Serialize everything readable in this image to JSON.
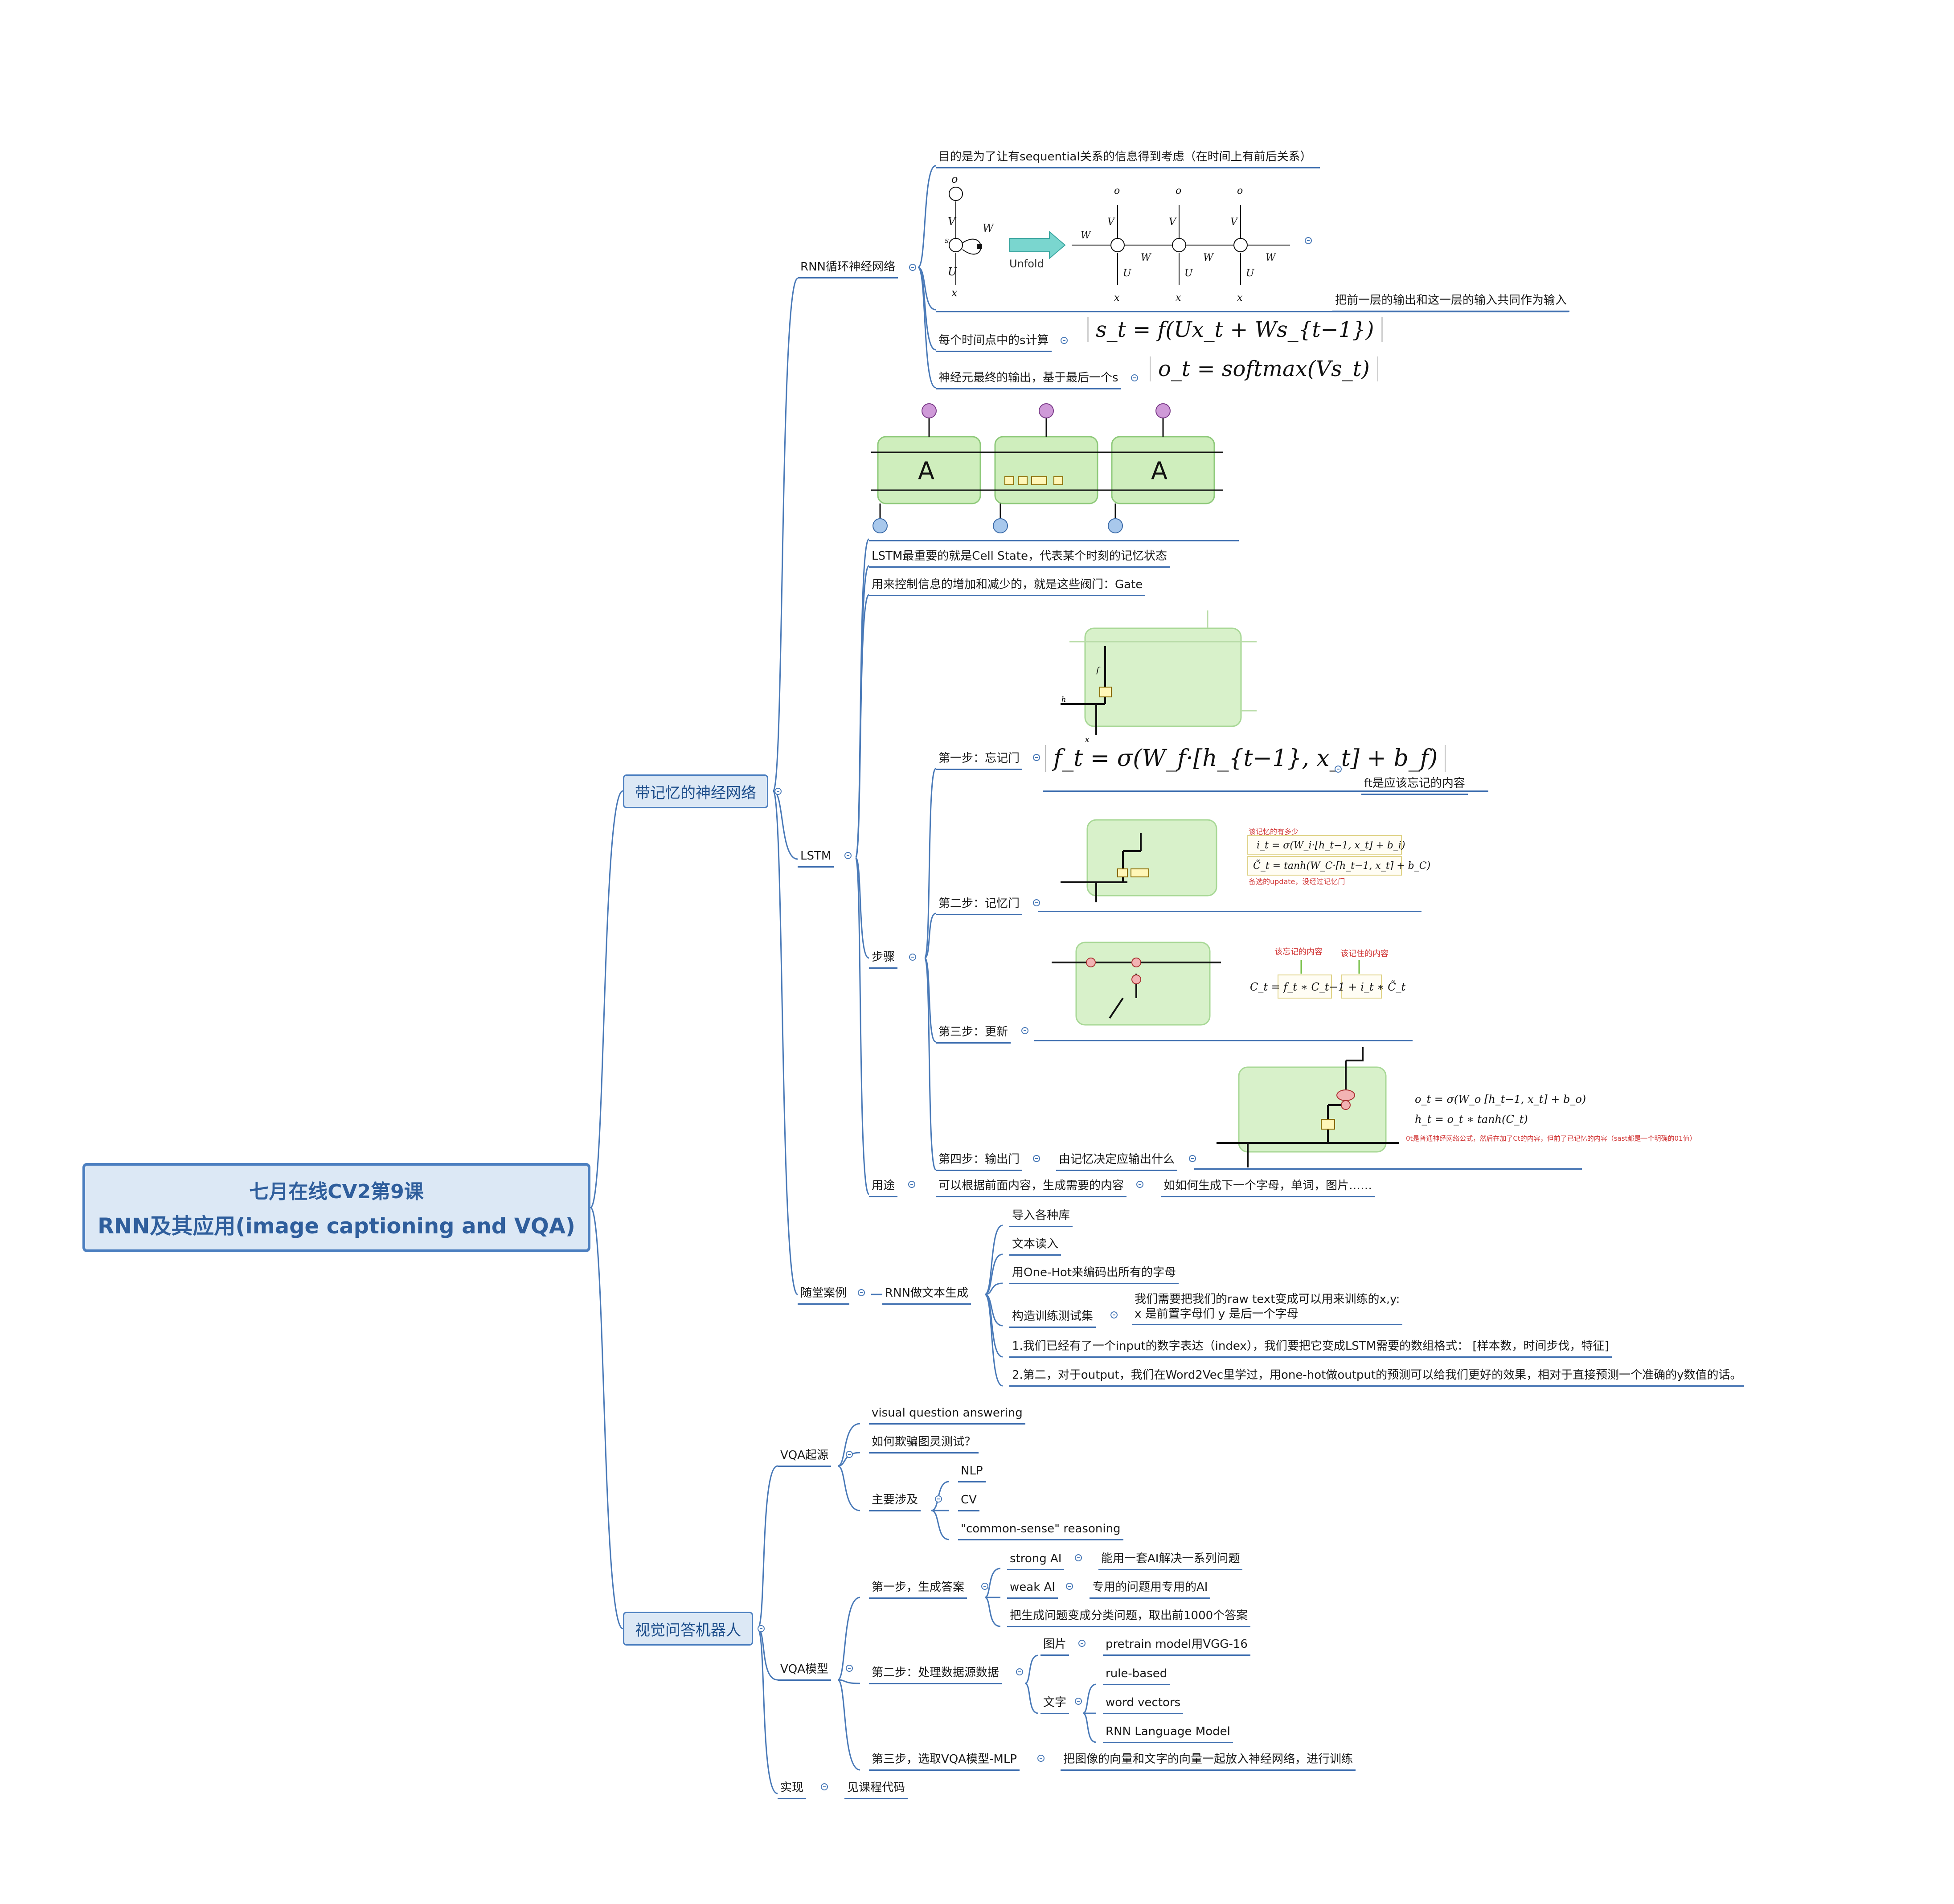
{
  "root": {
    "line1": "七月在线CV2第9课",
    "line2": "RNN及其应用(image captioning and VQA)"
  },
  "branch_memory": {
    "label": "带记忆的神经网络",
    "rnn": {
      "label": "RNN循环神经网络",
      "goal": "目的是为了让有sequential关系的信息得到考虑（在时间上有前后关系）",
      "diagram_unfold": "Unfold",
      "feed_note": "把前一层的输出和这一层的输入共同作为输入",
      "calc_label": "每个时间点中的s计算",
      "calc_formula": "s_t = f(Ux_t + Ws_{t−1})",
      "out_label": "神经元最终的输出，基于最后一个s",
      "out_formula": "o_t = softmax(Vs_t)"
    },
    "lstm": {
      "label": "LSTM",
      "cell_state": "LSTM最重要的就是Cell State，代表某个时刻的记忆状态",
      "gate": "用来控制信息的增加和减少的，就是这些阀门：Gate",
      "steps_label": "步骤",
      "step1": "第一步：忘记门",
      "step1_formula": "f_t = σ(W_f·[h_{t−1}, x_t] + b_f)",
      "step1_note": "ft是应该忘记的内容",
      "step2": "第二步：记忆门",
      "step2_red_top": "该记忆的有多少",
      "step2_red_bottom": "备选的update，没经过记忆门",
      "step3": "第三步：更新",
      "step3_red_left": "该忘记的内容",
      "step3_red_right": "该记住的内容",
      "step4": "第四步：输出门",
      "step4_sub": "由记忆决定应输出什么",
      "step4_red": "0t是普通神经网络公式，然后在加了Ct的内容，但前了已记忆的内容（sast都是一个明确的01值）",
      "use_label": "用途",
      "use_text": "可以根据前面内容，生成需要的内容",
      "use_example": "如如何生成下一个字母，单词，图片……"
    },
    "case": {
      "label": "随堂案例",
      "sub": "RNN做文本生成",
      "items": [
        "导入各种库",
        "文本读入",
        "用One-Hot来编码出所有的字母"
      ],
      "train_label": "构造训练测试集",
      "train_note1": "我们需要把我们的raw text变成可以用来训练的x,y:",
      "train_note2": "x 是前置字母们 y 是后一个字母",
      "item5": "1.我们已经有了一个input的数字表达（index），我们要把它变成LSTM需要的数组格式： [样本数，时间步伐，特征]",
      "item6": "2.第二，对于output，我们在Word2Vec里学过，用one-hot做output的预测可以给我们更好的效果，相对于直接预测一个准确的y数值的话。"
    }
  },
  "branch_vqa": {
    "label": "视觉问答机器人",
    "origin": {
      "label": "VQA起源",
      "item1": "visual question  answering",
      "item2": "如何欺骗图灵测试？",
      "involve": "主要涉及",
      "involve_items": [
        "NLP",
        "CV",
        "\"common-sense\" reasoning"
      ]
    },
    "model": {
      "label": "VQA模型",
      "step1": "第一步，生成答案",
      "strong": "strong AI",
      "strong_note": "能用一套AI解决一系列问题",
      "weak": "weak AI",
      "weak_note": "专用的问题用专用的AI",
      "classify": "把生成问题变成分类问题，取出前1000个答案",
      "step2": "第二步：处理数据源数据",
      "image": "图片",
      "image_note": "pretrain model用VGG-16",
      "text": "文字",
      "text_items": [
        "rule-based",
        "word vectors",
        "RNN Language Model"
      ],
      "step3": "第三步，选取VQA模型-MLP",
      "step3_note": "把图像的向量和文字的向量一起放入神经网络，进行训练"
    },
    "impl": {
      "label": "实现",
      "note": "见课程代码"
    }
  },
  "colors": {
    "line": "#4a7ab8",
    "box_fill": "#dce8f5",
    "box_border": "#4c7fc0",
    "lstm_green": "#cfeebd",
    "red_note": "#d23a3a"
  }
}
